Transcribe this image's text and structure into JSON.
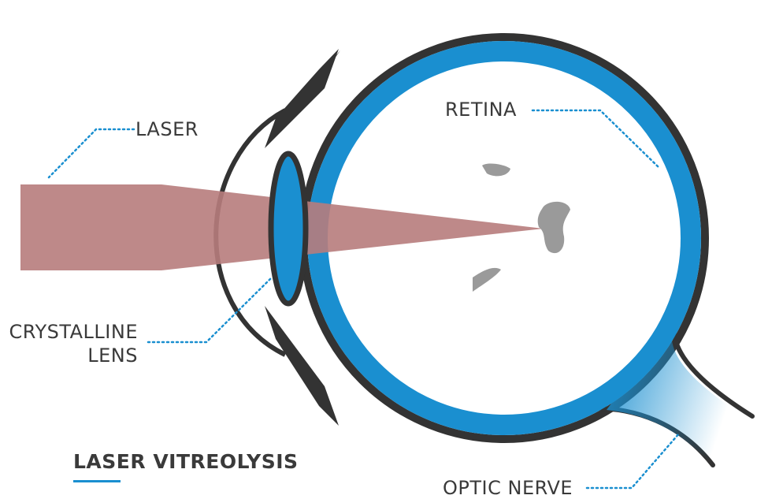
{
  "labels": {
    "laser": "LASER",
    "retina": "RETINA",
    "crystalline": "CRYSTALLINE",
    "lens": "LENS",
    "optic_nerve": "OPTIC NERVE"
  },
  "title": "LASER VITREOLYSIS",
  "colors": {
    "retina_blue": "#1a8fd0",
    "outline_dark": "#333333",
    "laser_beam": "#b77c7c",
    "floaters": "#9a9a9a",
    "leader_dots": "#1a8fd0",
    "text": "#3a3a3a"
  }
}
